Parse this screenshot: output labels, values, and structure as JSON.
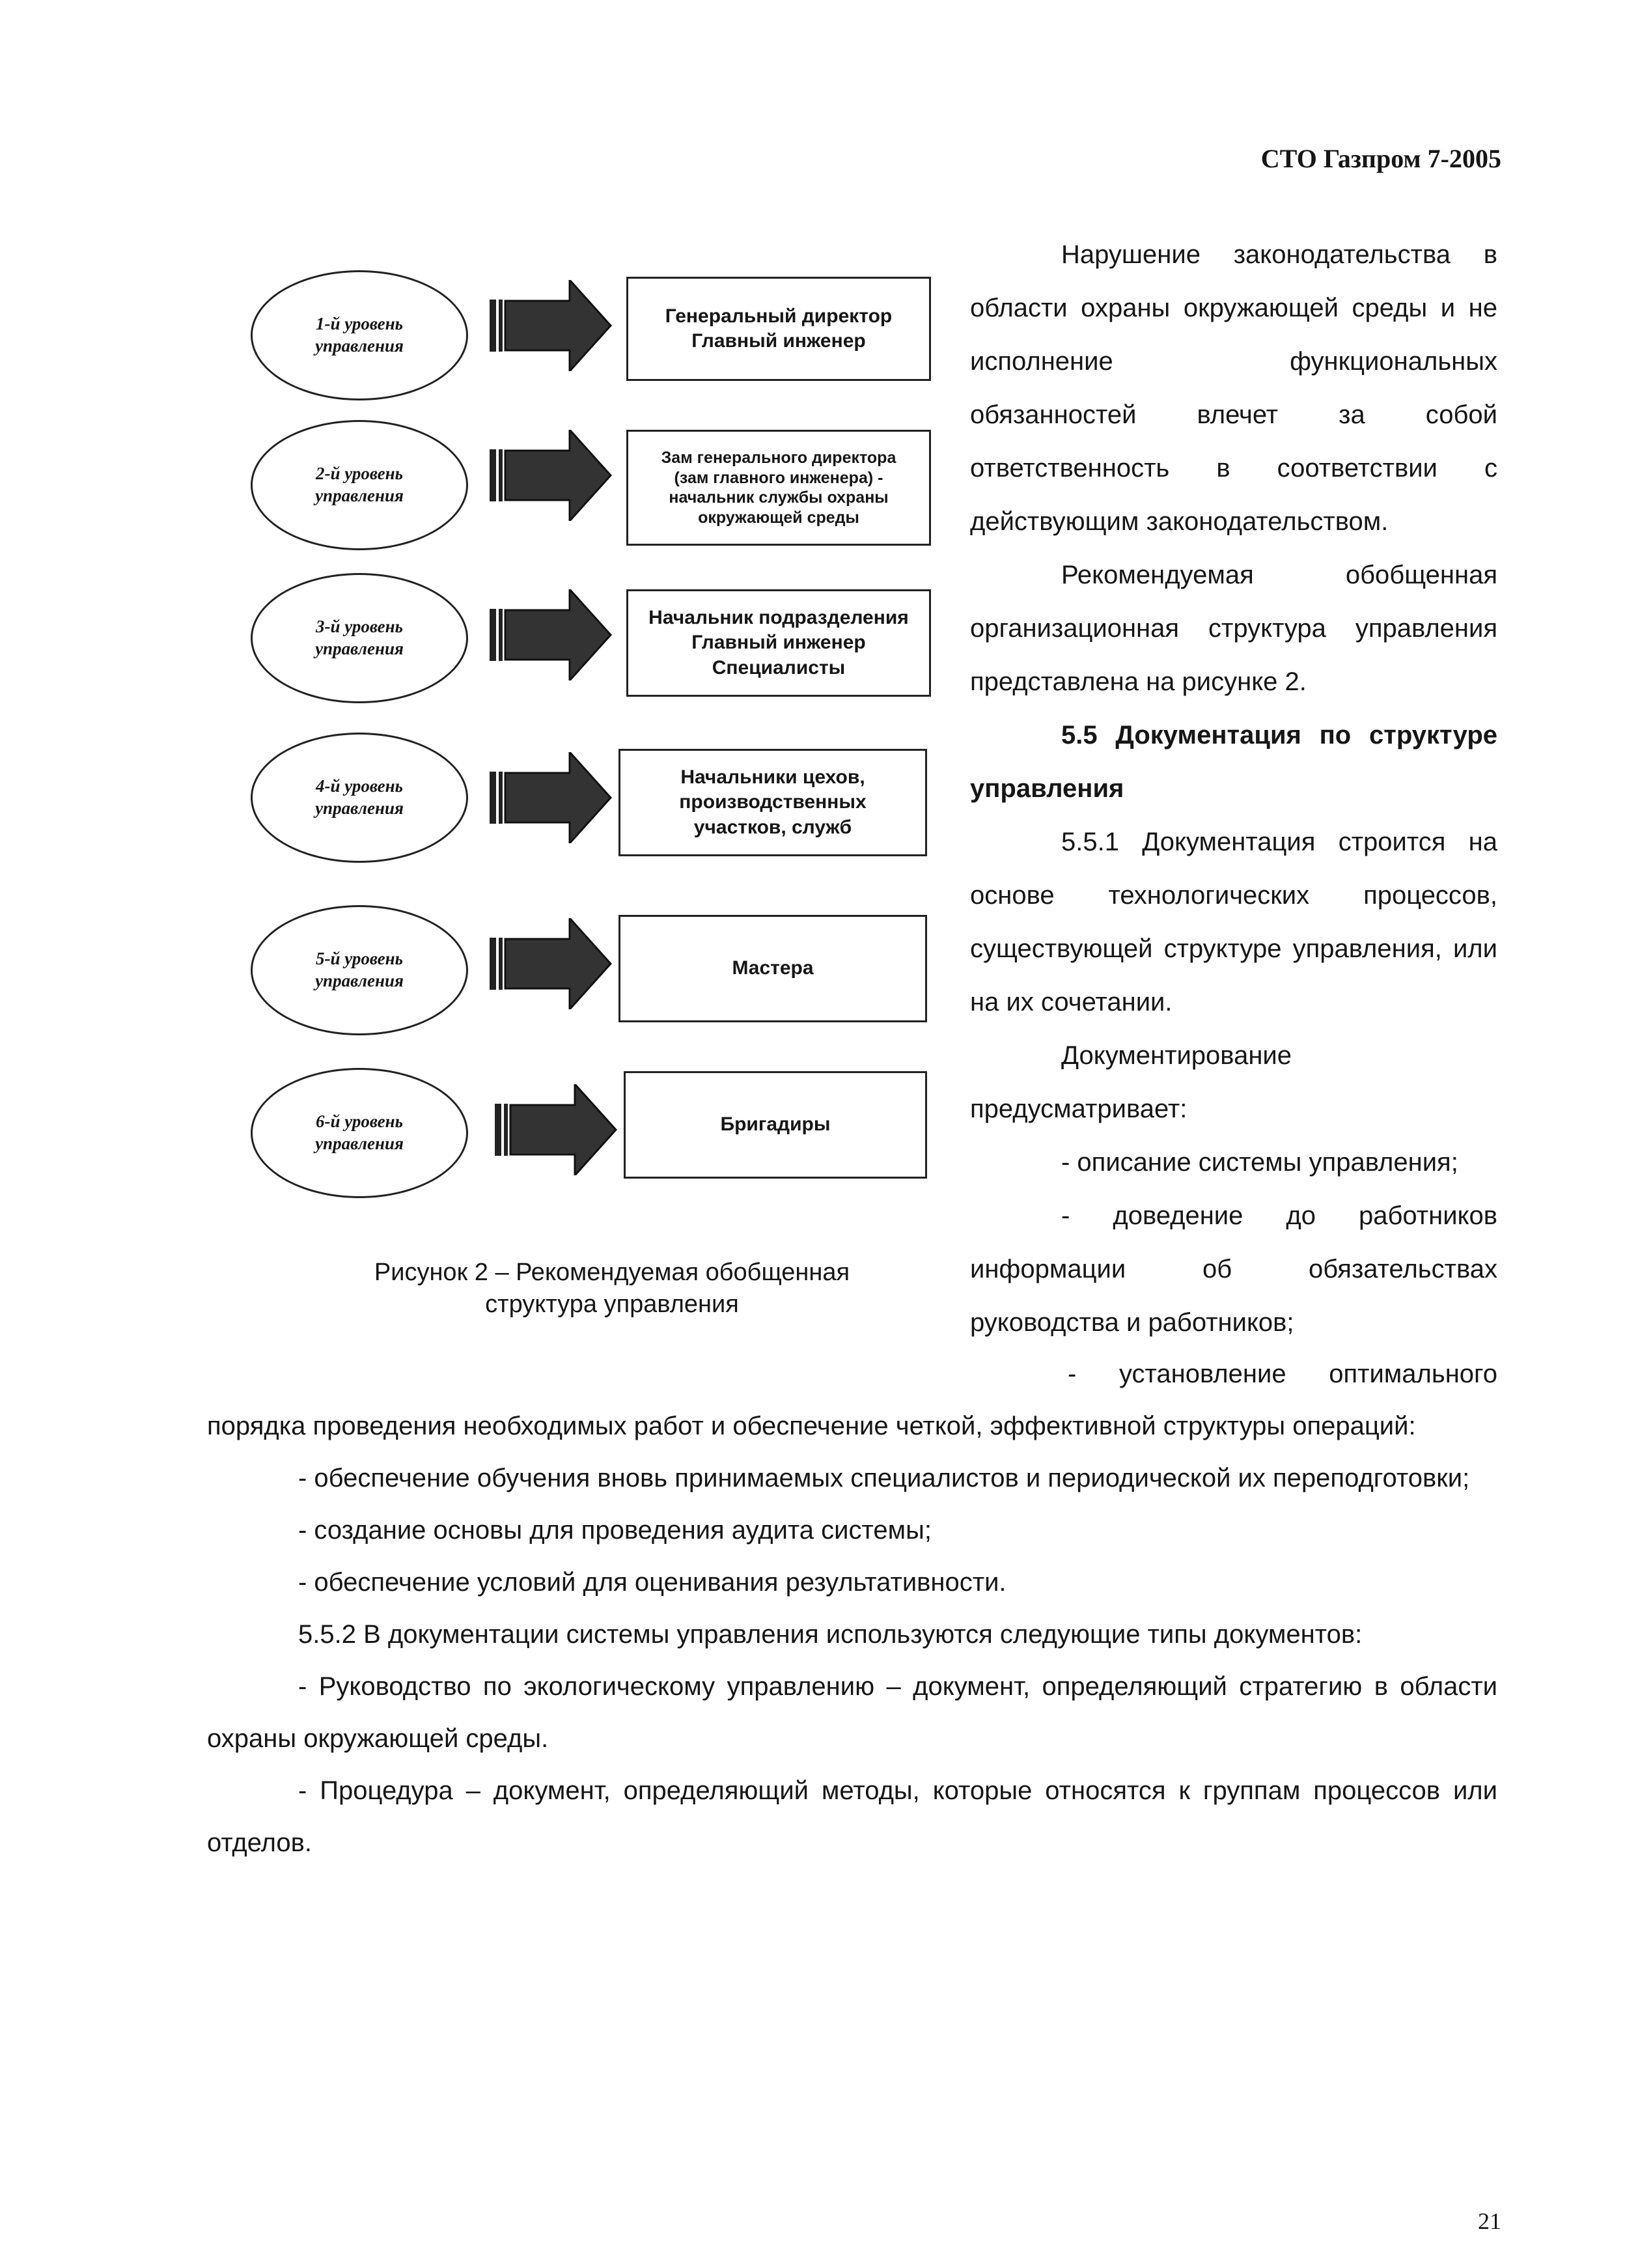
{
  "header": {
    "title": "СТО Газпром 7-2005"
  },
  "figure": {
    "levels": [
      {
        "line1": "1-й уровень",
        "line2": "управления",
        "box": "Генеральный директор\nГлавный инженер"
      },
      {
        "line1": "2-й уровень",
        "line2": "управления",
        "box": "Зам генерального директора\n(зам главного инженера) -\nначальник службы охраны\nокружающей среды"
      },
      {
        "line1": "3-й уровень",
        "line2": "управления",
        "box": "Начальник подразделения\nГлавный инженер\nСпециалисты"
      },
      {
        "line1": "4-й уровень",
        "line2": "управления",
        "box": "Начальники цехов,\nпроизводственных\nучастков, служб"
      },
      {
        "line1": "5-й уровень",
        "line2": "управления",
        "box": "Мастера"
      },
      {
        "line1": "6-й уровень",
        "line2": "управления",
        "box": "Бригадиры"
      }
    ],
    "caption_line1": "Рисунок 2 – Рекомендуемая обобщенная",
    "caption_line2": "структура управления"
  },
  "right_column": {
    "p1": "Нарушение законодательства в области охраны окружающей среды и не исполнение функциональных обязанностей влечет за собой ответственность в соответствии с действующим законодательством.",
    "p2": "Рекомендуемая обобщенная организационная структура управления представлена на рисунке 2.",
    "section_heading": "5.5 Документация по структуре управления",
    "p3": "5.5.1 Документация строится на основе технологических процессов, существующей структуре управления, или на их сочетании.",
    "p4": "Документирование предусматривает:",
    "b1": "- описание системы управления;",
    "b2": "- доведение до работников информации об обязательствах руководства и работников;"
  },
  "body": {
    "b3": "- установление оптимального порядка проведения необходимых работ и обеспечение четкой, эффективной структуры операций:",
    "b4": "- обеспечение обучения вновь принимаемых специалистов и периодической их переподготовки;",
    "b5": "- создание основы для проведения аудита системы;",
    "b6": "- обеспечение условий для оценивания результативности.",
    "p5": "5.5.2 В документации системы управления используются следующие типы документов:",
    "b7": "- Руководство по экологическому управлению – документ, определяющий стратегию в области охраны окружающей среды.",
    "b8": "- Процедура – документ, определяющий методы, которые относятся к группам процессов или отделов."
  },
  "page_number": "21"
}
